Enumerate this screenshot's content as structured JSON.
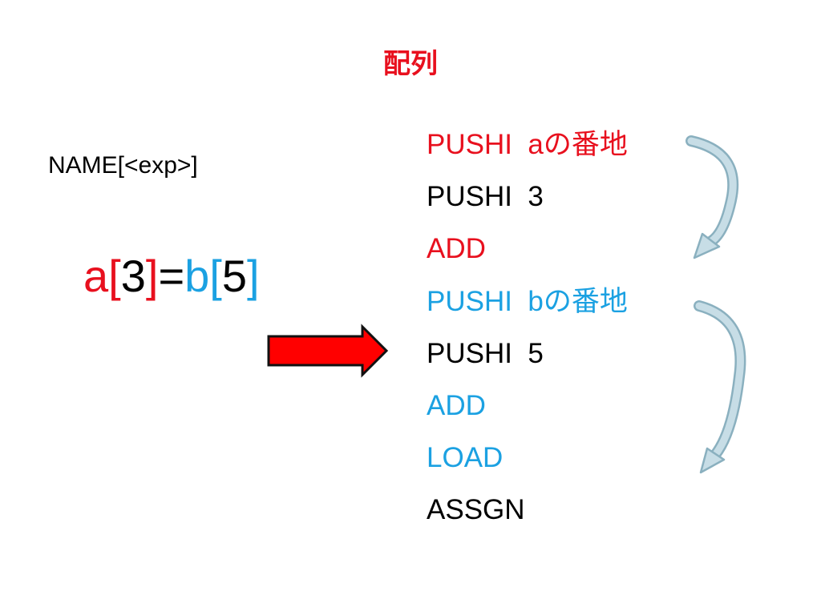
{
  "title": {
    "text": "配列",
    "color": "#e8101e"
  },
  "syntax": {
    "text": "NAME[<exp>]"
  },
  "expression": {
    "parts": [
      {
        "text": "a",
        "color": "#e8101e"
      },
      {
        "text": "[",
        "color": "#e8101e"
      },
      {
        "text": "3",
        "color": "#000000"
      },
      {
        "text": "]",
        "color": "#e8101e"
      },
      {
        "text": "=",
        "color": "#000000"
      },
      {
        "text": "b",
        "color": "#1ba1e2"
      },
      {
        "text": "[",
        "color": "#1ba1e2"
      },
      {
        "text": "5",
        "color": "#000000"
      },
      {
        "text": "]",
        "color": "#1ba1e2"
      }
    ]
  },
  "instructions": [
    {
      "text": "PUSHI  aの番地",
      "color": "#e8101e"
    },
    {
      "text": "PUSHI  3",
      "color": "#000000"
    },
    {
      "text": "ADD",
      "color": "#e8101e"
    },
    {
      "text": "PUSHI  bの番地",
      "color": "#1ba1e2"
    },
    {
      "text": "PUSHI  5",
      "color": "#000000"
    },
    {
      "text": "ADD",
      "color": "#1ba1e2"
    },
    {
      "text": "LOAD",
      "color": "#1ba1e2"
    },
    {
      "text": "ASSGN",
      "color": "#000000"
    }
  ],
  "colors": {
    "red": "#e8101e",
    "blue": "#1ba1e2",
    "arrow_fill": "#ff0000",
    "curved_arrow": "#bcd6e0"
  }
}
